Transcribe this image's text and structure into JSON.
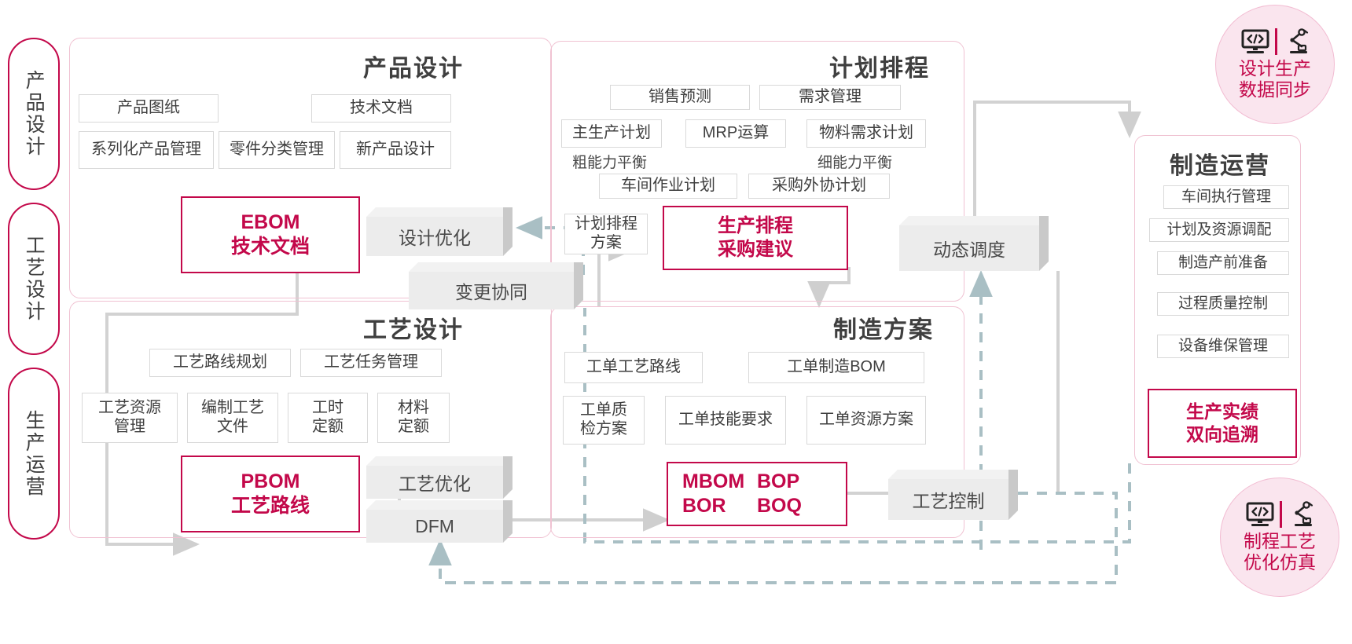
{
  "stages": [
    {
      "label": "产品设计"
    },
    {
      "label": "工艺设计"
    },
    {
      "label": "生产运营"
    }
  ],
  "panels": {
    "product_design": {
      "title": "产品设计",
      "chips": [
        "产品图纸",
        "技术文档",
        "系列化产品管理",
        "零件分类管理",
        "新产品设计"
      ]
    },
    "planning": {
      "title": "计划排程",
      "chips": [
        "销售预测",
        "需求管理",
        "主生产计划",
        "MRP运算",
        "物料需求计划",
        "车间作业计划",
        "采购外协计划",
        "计划排程方案"
      ],
      "plain_labels": [
        "粗能力平衡",
        "细能力平衡"
      ]
    },
    "process_design": {
      "title": "工艺设计",
      "chips": [
        "工艺路线规划",
        "工艺任务管理",
        "工艺资源管理",
        "编制工艺文件",
        "工时定额",
        "材料定额"
      ]
    },
    "manufacturing_scheme": {
      "title": "制造方案",
      "chips": [
        "工单工艺路线",
        "工单制造BOM",
        "工单质检方案",
        "工单技能要求",
        "工单资源方案"
      ]
    },
    "manufacturing_operation": {
      "title": "制造运营",
      "chips": [
        "车间执行管理",
        "计划及资源调配",
        "制造产前准备",
        "过程质量控制",
        "设备维保管理"
      ]
    }
  },
  "red_boxes": {
    "ebom": {
      "line1": "EBOM",
      "line2": "技术文档"
    },
    "pbom": {
      "line1": "PBOM",
      "line2": "工艺路线"
    },
    "production_schedule": {
      "line1": "生产排程",
      "line2": "采购建议"
    },
    "mbom": {
      "line1": "MBOM",
      "line2": "BOP",
      "line3": "BOR",
      "line4": "BOQ"
    },
    "production_result": {
      "line1": "生产实绩",
      "line2": "双向追溯"
    }
  },
  "slabs": {
    "design_opt": "设计优化",
    "change_collab": "变更协同",
    "process_opt": "工艺优化",
    "dfm": "DFM",
    "dynamic_dispatch": "动态调度",
    "process_control": "工艺控制"
  },
  "circles": [
    {
      "line1": "设计生产",
      "line2": "数据同步"
    },
    {
      "line1": "制程工艺",
      "line2": "优化仿真"
    }
  ],
  "colors": {
    "accent": "#c3084a",
    "panel_border": "#f0c2d2",
    "chip_border": "#d9d9d9",
    "slab_face": "#ececec",
    "wire_solid": "#d2d2d2",
    "wire_dashed": "#a9bfc4",
    "circle_bg": "#fae5ee"
  }
}
